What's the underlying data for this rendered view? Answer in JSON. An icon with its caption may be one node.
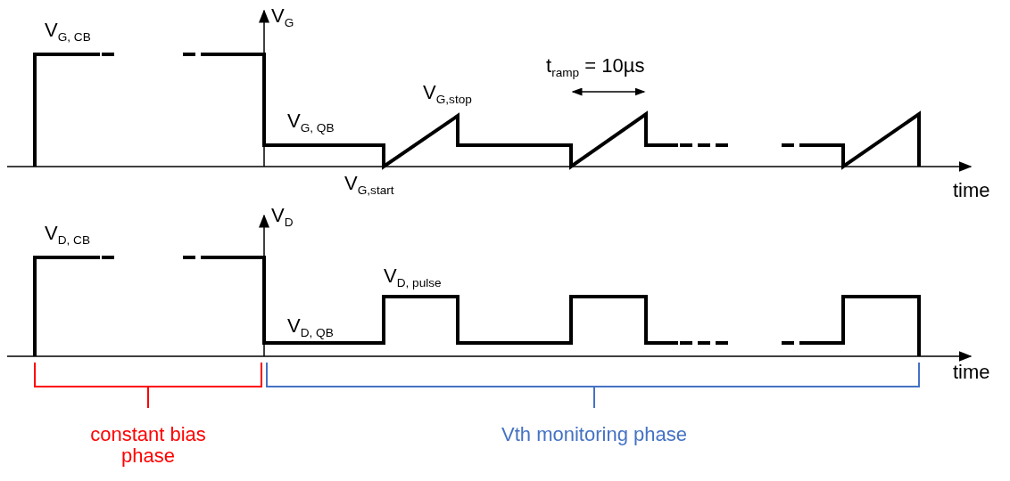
{
  "diagram": {
    "labels": [
      "V$_{G, CB}$",
      "V$_{G}$",
      "t$_{ramp}$ = 10µs",
      "V$_{G,stop}$",
      "V$_{G, QB}$",
      "V$_{G,start}$",
      "time",
      "V$_{D, CB}$",
      "V$_{D}$",
      "V$_{D, pulse}$",
      "V$_{D, QB}$",
      "time",
      "constant bias phase",
      "Vth monitoring phase"
    ]
  }
}
